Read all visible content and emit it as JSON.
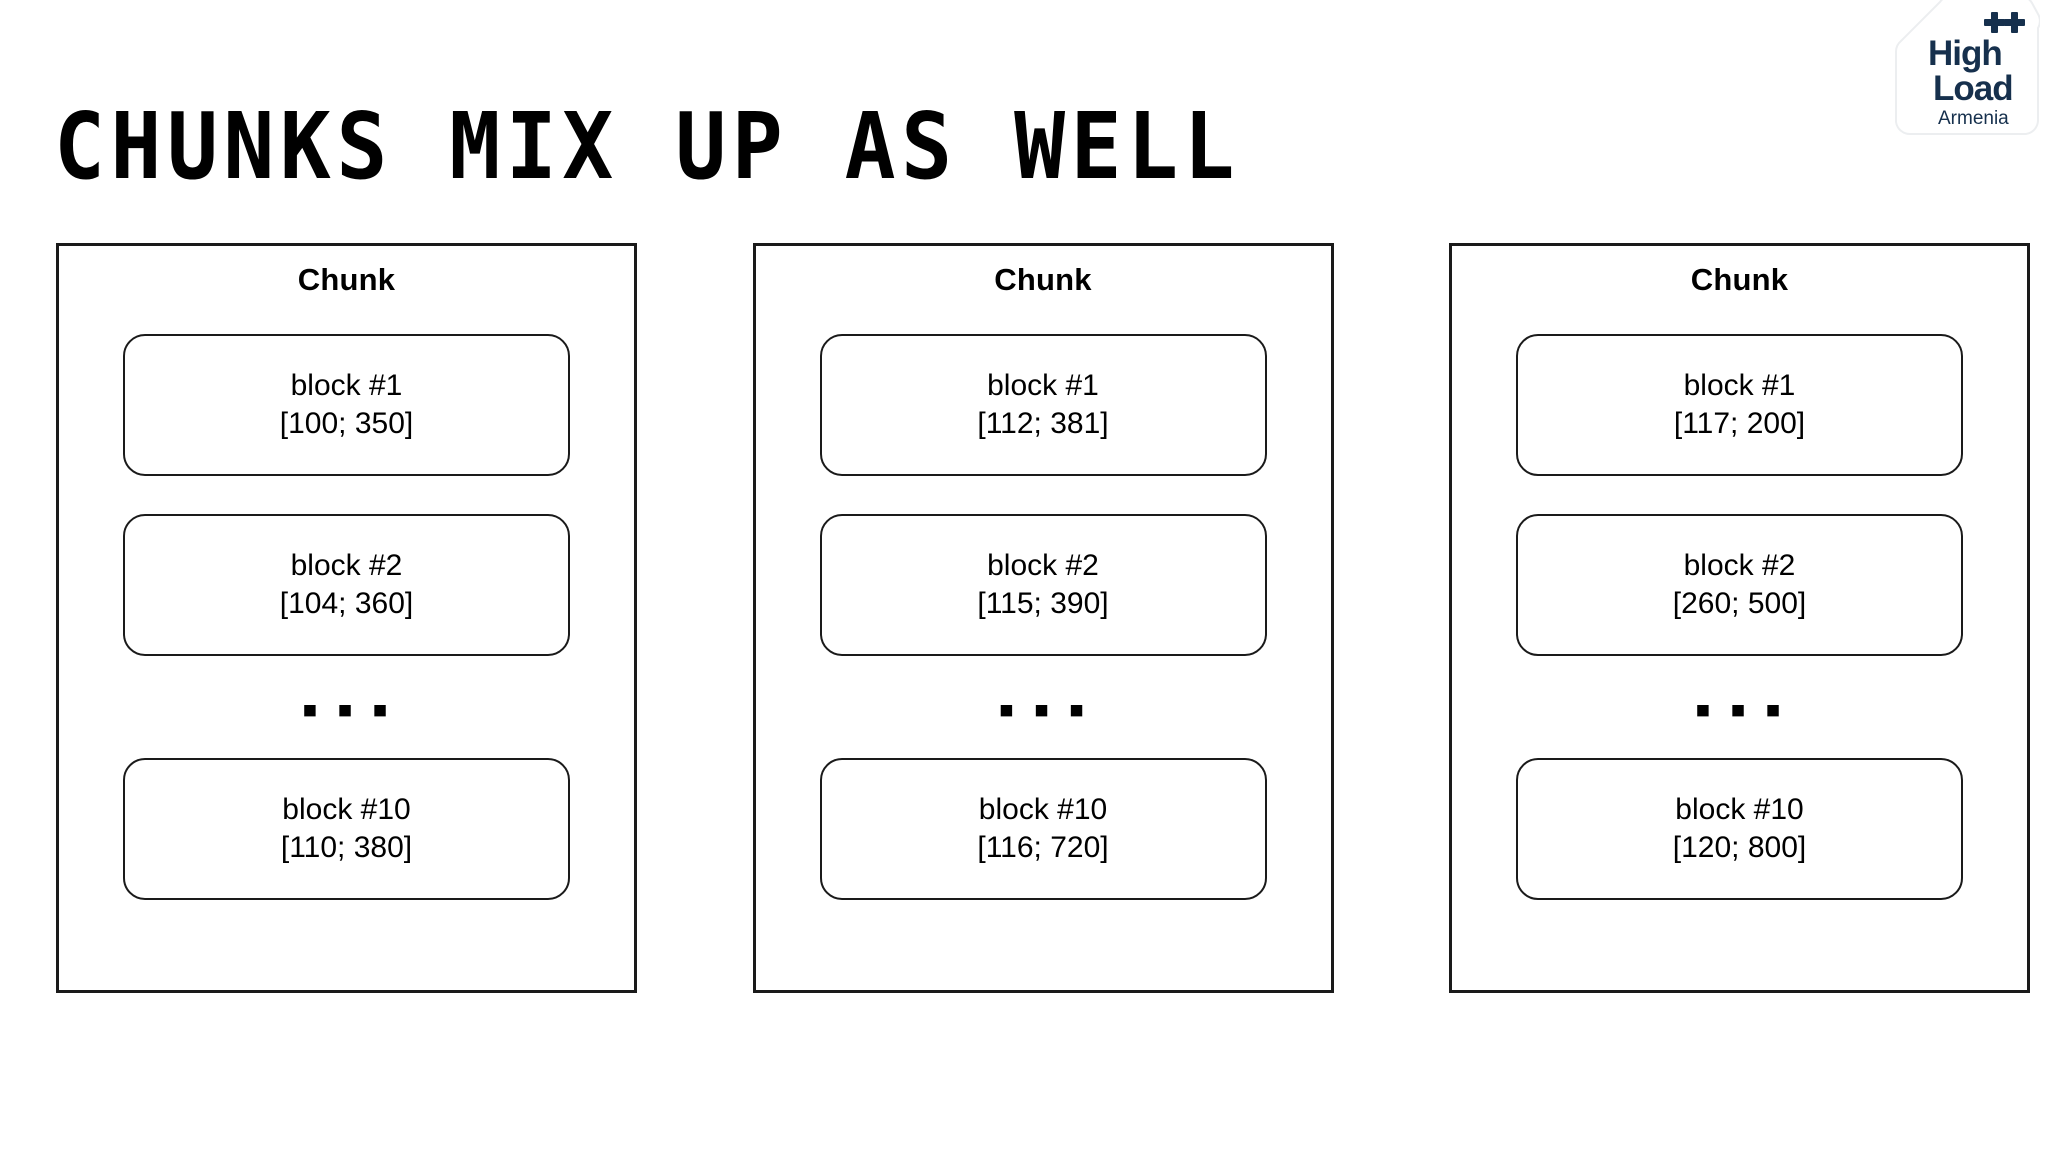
{
  "slide": {
    "title": "CHUNKS MIX UP AS WELL",
    "background_color": "#ffffff",
    "text_color": "#000000"
  },
  "logo": {
    "plus_plus": "++",
    "line1": "High",
    "line2": "Load",
    "line3": "Armenia",
    "brand_color": "#16304d",
    "badge_color": "#ffffff"
  },
  "chunks": [
    {
      "title": "Chunk",
      "ellipsis": "▪ ▪ ▪",
      "blocks_top": [
        {
          "label": "block #1",
          "range": "[100; 350]"
        },
        {
          "label": "block #2",
          "range": "[104; 360]"
        }
      ],
      "blocks_bottom": [
        {
          "label": "block #10",
          "range": "[110; 380]"
        }
      ]
    },
    {
      "title": "Chunk",
      "ellipsis": "▪ ▪ ▪",
      "blocks_top": [
        {
          "label": "block #1",
          "range": "[112; 381]"
        },
        {
          "label": "block #2",
          "range": "[115; 390]"
        }
      ],
      "blocks_bottom": [
        {
          "label": "block #10",
          "range": "[116; 720]"
        }
      ]
    },
    {
      "title": "Chunk",
      "ellipsis": "▪ ▪ ▪",
      "blocks_top": [
        {
          "label": "block #1",
          "range": "[117; 200]"
        },
        {
          "label": "block #2",
          "range": "[260; 500]"
        }
      ],
      "blocks_bottom": [
        {
          "label": "block #10",
          "range": "[120; 800]"
        }
      ]
    }
  ]
}
